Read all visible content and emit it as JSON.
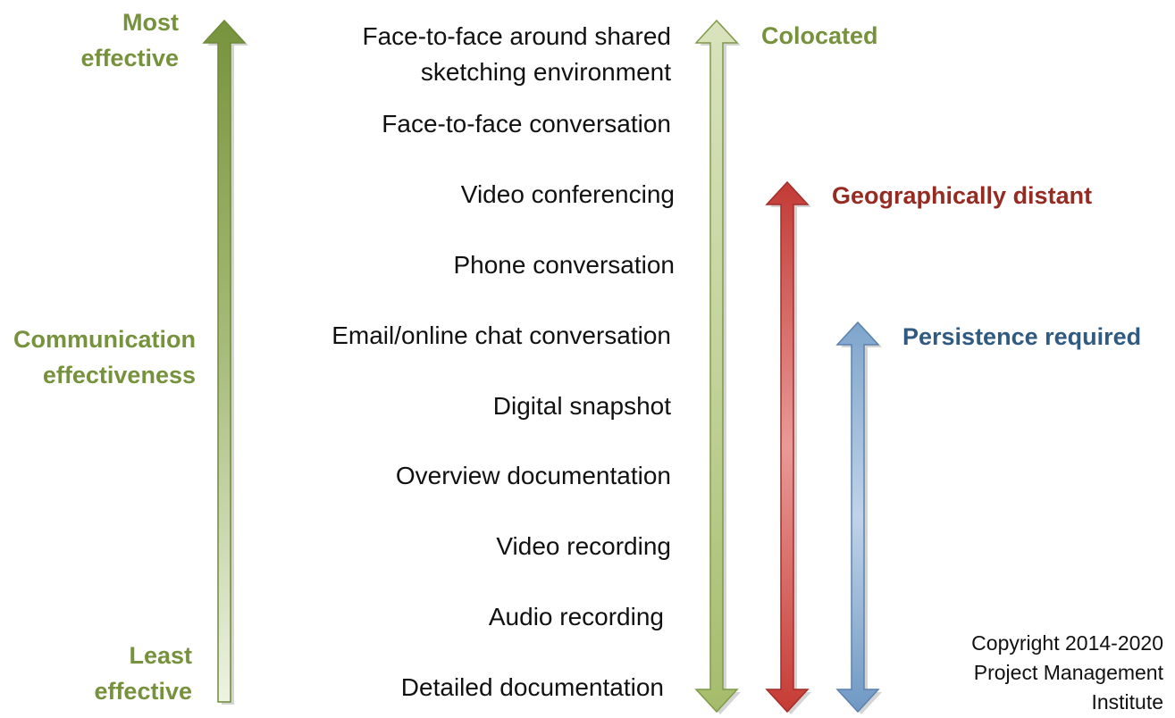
{
  "scale": {
    "top_label": "Most\neffective",
    "middle_label": "Communication\neffectiveness",
    "bottom_label": "Least\neffective"
  },
  "media": [
    "Face-to-face around shared\nsketching environment",
    "Face-to-face conversation",
    "Video conferencing",
    "Phone conversation",
    "Email/online chat conversation",
    "Digital snapshot",
    "Overview documentation",
    "Video recording",
    "Audio recording",
    "Detailed documentation"
  ],
  "ranges": {
    "colocated": "Colocated",
    "distant": "Geographically distant",
    "persistence": "Persistence required"
  },
  "copyright": "Copyright 2014-2020\nProject Management\nInstitute",
  "colors": {
    "green": "#76923c",
    "red": "#962b22",
    "blue": "#305a80"
  }
}
